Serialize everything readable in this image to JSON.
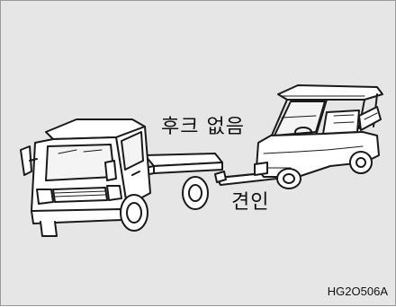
{
  "labels": {
    "no_hook": "후크 없음",
    "tow": "견인"
  },
  "figure_code": "HG2O506A",
  "colors": {
    "background": "#e6e6e6",
    "border": "#9a9a9a",
    "line": "#1a1a1a",
    "fill": "#ffffff"
  }
}
